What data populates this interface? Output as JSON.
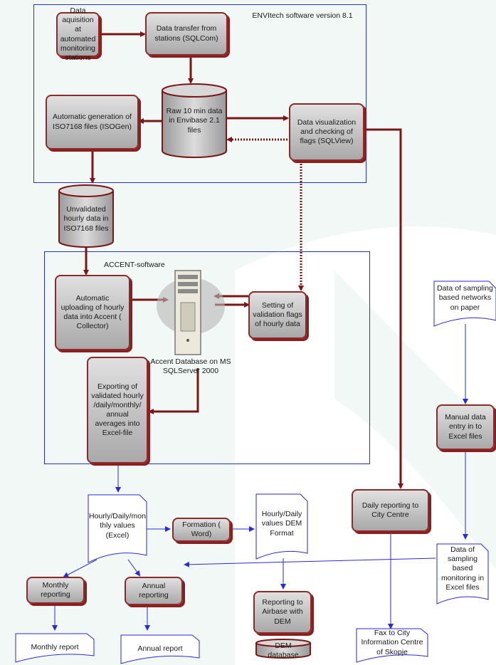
{
  "diagram": {
    "frames": {
      "envitech": "ENVItech software version 8.1",
      "accent": "ACCENT-software"
    },
    "nodes": {
      "data_acquisition": "Data aquisition at automated monitoring stations",
      "data_transfer": "Data transfer from stations (SQLCom)",
      "raw_data": "Raw 10 min data in Envibase 2.1 files",
      "iso_generation": "Automatic generation of ISO7168 files (ISOGen)",
      "visualization": "Data visualization and checking of flags (SQLView)",
      "unvalidated": "Unvalidated hourly data in ISO7168 files",
      "uploading": "Automatic uploading of hourly data into Accent ( Collector)",
      "accent_db": "Accent Database on MS SQLServer 2000",
      "validation_flags": "Setting of validation flags of hourly data",
      "exporting": "Exporting of validated hourly /daily/monthly/ annual averages into Excel-file",
      "sampling_paper": "Data of sampling based networks on paper",
      "manual_entry": "Manual data entry in to Excel files",
      "hourly_values": "Hourly/Daily/mon thly values (Excel)",
      "formation": "Formation ( Word)",
      "dem_format": "Hourly/Daily values DEM Format",
      "daily_reporting": "Daily reporting to City Centre",
      "sampling_excel": "Data of sampling based monitoring in Excel files",
      "monthly_reporting": "Monthly reporting",
      "annual_reporting": "Annual reporting",
      "airbase": "Reporting to Airbase with DEM",
      "monthly_report": "Monthly report",
      "annual_report": "Annual report",
      "dem_database": "DEM database",
      "fax": "Fax to City Information Centre of Skopje"
    }
  }
}
